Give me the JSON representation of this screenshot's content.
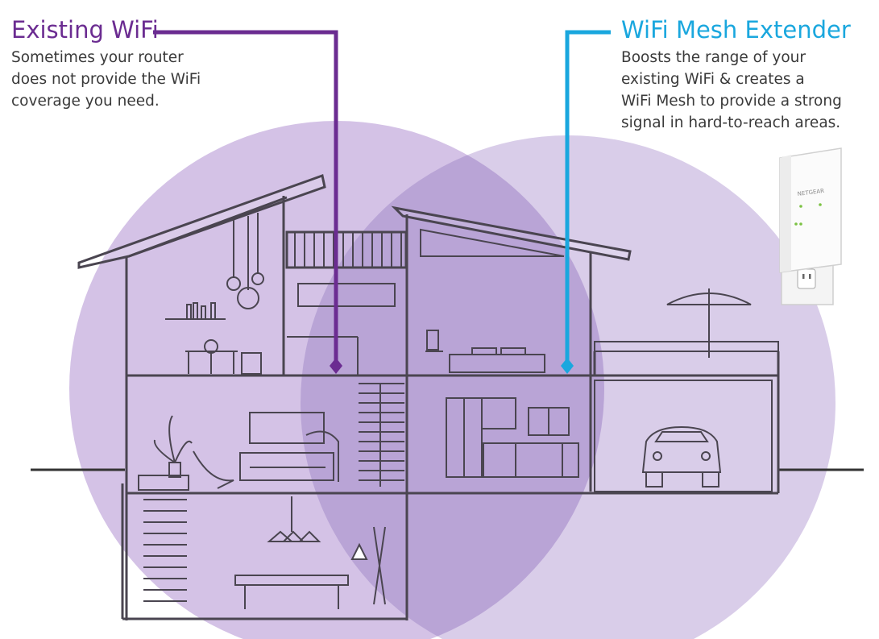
{
  "existing_wifi": {
    "title": "Existing WiFi",
    "description_lines": [
      "Sometimes your router",
      "does not provide the WiFi",
      "coverage you need."
    ],
    "color": "#6b2c91"
  },
  "mesh_extender": {
    "title": "WiFi Mesh Extender",
    "description_lines": [
      "Boosts the range of your",
      "existing WiFi & creates a",
      "WiFi Mesh to provide a strong",
      "signal in hard-to-reach areas."
    ],
    "color": "#1aa7de",
    "device_brand": "NETGEAR"
  },
  "coverage_colors": {
    "router_zone": "#d4c2e6",
    "extender_zone": "#d9cde9",
    "overlap_zone": "#b7a1d4"
  }
}
